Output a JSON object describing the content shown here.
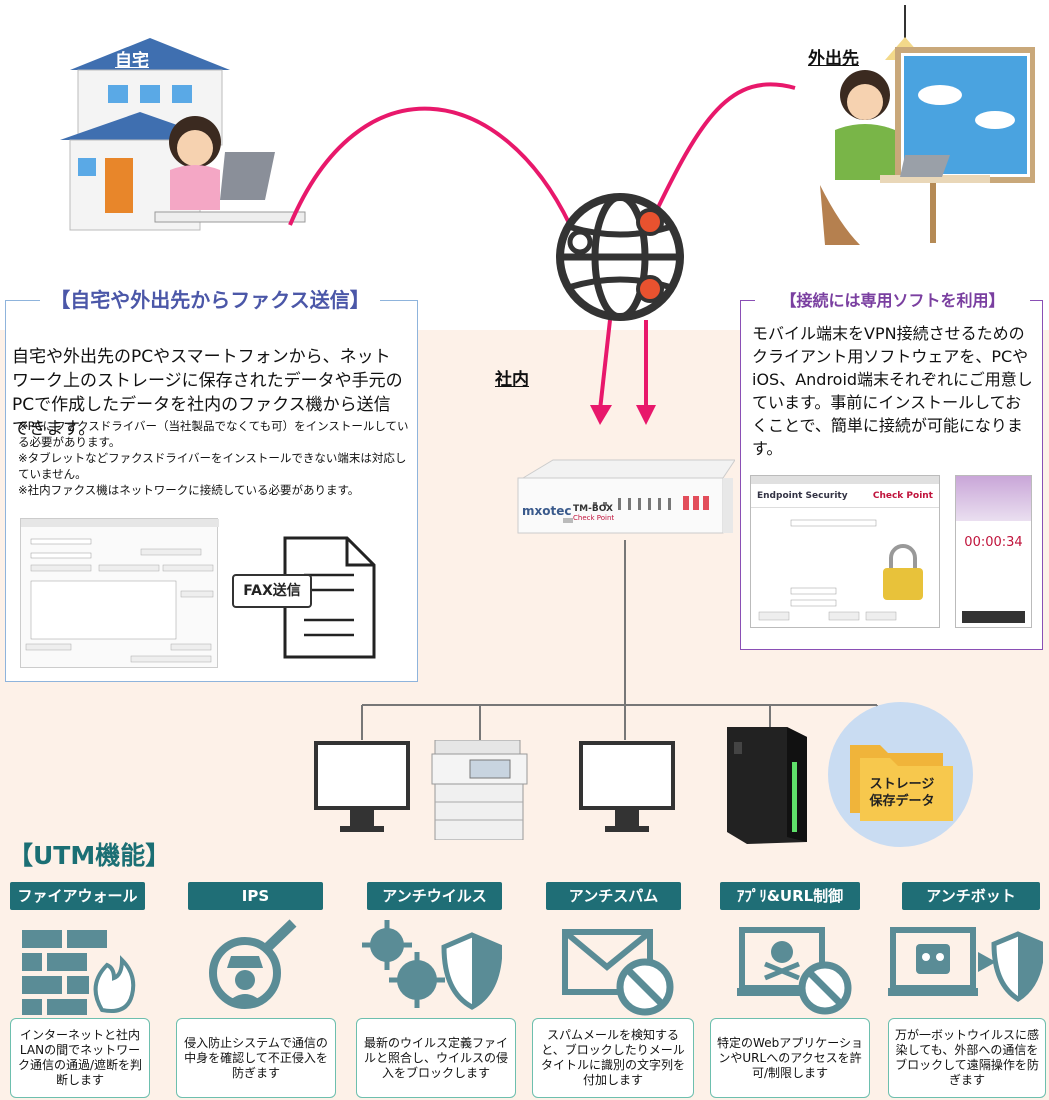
{
  "locations": {
    "home": "自宅",
    "outside": "外出先",
    "office": "社内"
  },
  "left_panel": {
    "title": "【自宅や外出先からファクス送信】",
    "text": "自宅や外出先のPCやスマートフォンから、ネットワーク上のストレージに保存されたデータや手元のPCで作成したデータを社内のファクス機から送信できます。",
    "notes": [
      "※PCにファクスドライバー（当社製品でなくても可）をインストールしている必要があります。",
      "※タブレットなどファクスドライバーをインストールできない端末は対応していません。",
      "※社内ファクス機はネットワークに接続している必要があります。"
    ],
    "fax_label": "FAX送信"
  },
  "right_panel": {
    "title": "【接続には専用ソフトを利用】",
    "text": "モバイル端末をVPN接続させるためのクライアント用ソフトウェアを、PCやiOS、Android端末それぞれにご用意しています。事前にインストールしておくことで、簡単に接続が可能になります。",
    "app_title": "Endpoint Security",
    "brand": "Check Point",
    "timer": "00:00:34"
  },
  "device": {
    "brand": "mxotec",
    "model": "TM-BOX",
    "sub": "Check Point"
  },
  "storage_label": "ストレージ\n保存データ",
  "utm": {
    "title": "【UTM機能】",
    "features": [
      {
        "name": "ファイアウォール",
        "desc": "インターネットと社内LANの間でネットワーク通信の通過/遮断を判断します",
        "icon": "firewall-icon"
      },
      {
        "name": "IPS",
        "desc": "侵入防止システムで通信の中身を確認して不正侵入を防ぎます",
        "icon": "ips-icon"
      },
      {
        "name": "アンチウイルス",
        "desc": "最新のウイルス定義ファイルと照合し、ウイルスの侵入をブロックします",
        "icon": "antivirus-icon"
      },
      {
        "name": "アンチスパム",
        "desc": "スパムメールを検知すると、ブロックしたりメールタイトルに識別の文字列を付加します",
        "icon": "antispam-icon"
      },
      {
        "name": "ｱﾌﾟﾘ&URL制御",
        "desc": "特定のWebアプリケーションやURLへのアクセスを許可/制限します",
        "icon": "app-url-control-icon"
      },
      {
        "name": "アンチボット",
        "desc": "万が一ボットウイルスに感染しても、外部への通信をブロックして遠隔操作を防ぎます",
        "icon": "antibot-icon"
      }
    ]
  },
  "colors": {
    "arc": "#e8186b",
    "teal": "#1f6e76",
    "panel_left_border": "#8fb4dc",
    "panel_right_border": "#8a4fb5",
    "title_blue": "#4b57a8",
    "title_purple": "#7a3fa0"
  }
}
